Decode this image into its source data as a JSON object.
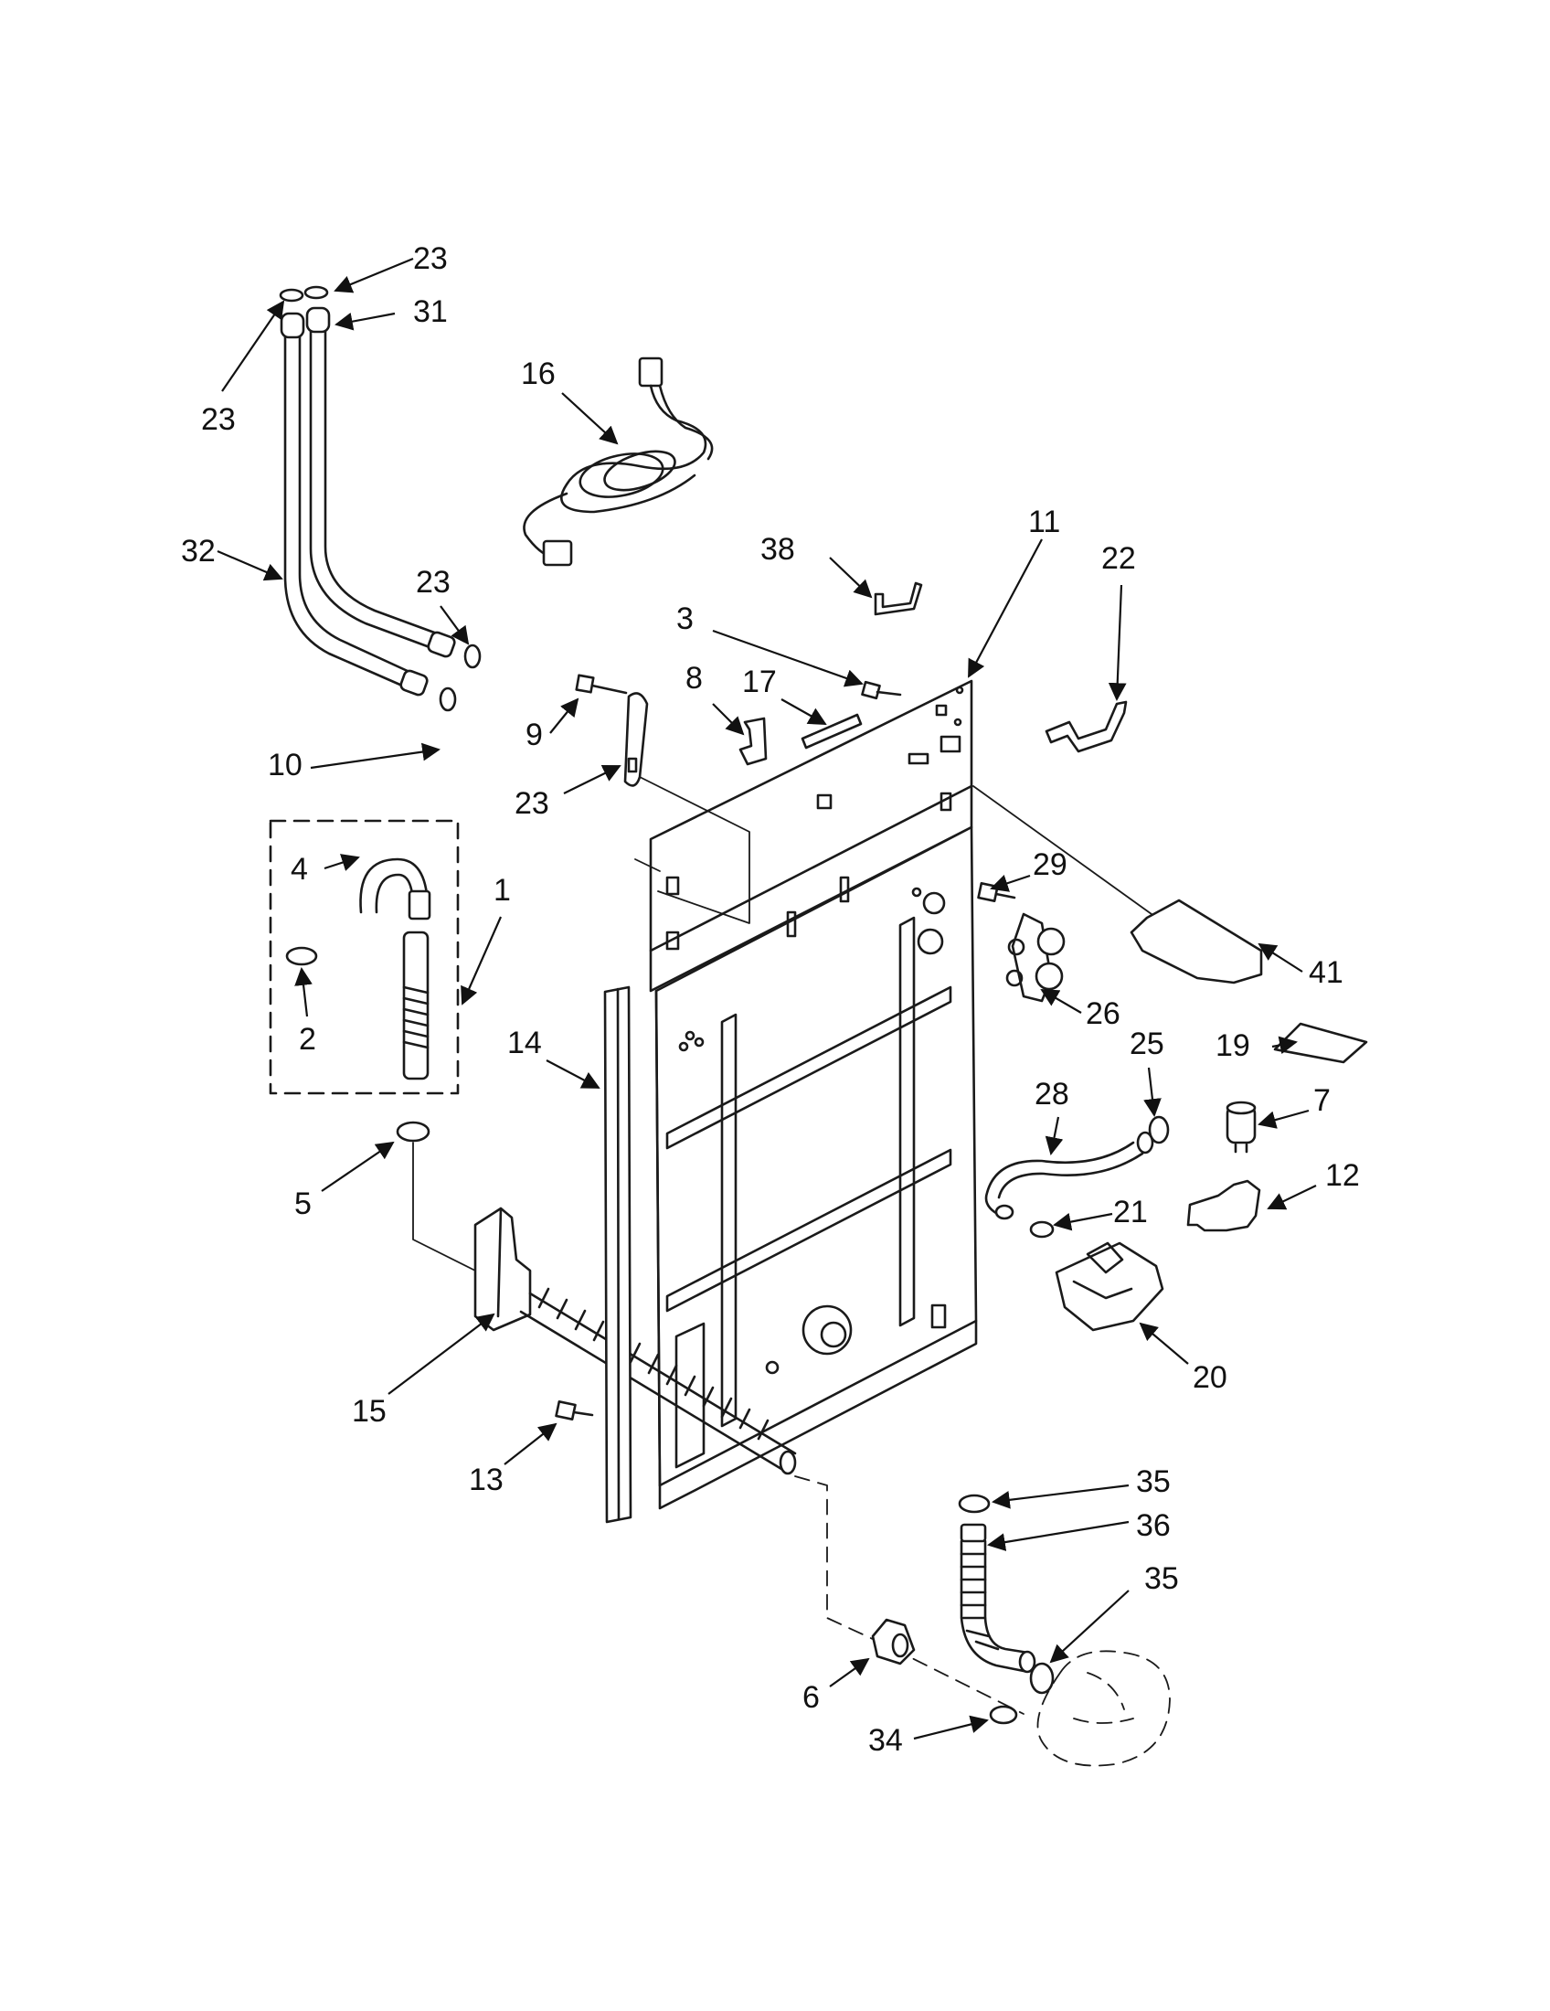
{
  "diagram": {
    "callouts": [
      "23",
      "31",
      "23",
      "16",
      "32",
      "23",
      "38",
      "11",
      "22",
      "3",
      "8",
      "17",
      "9",
      "10",
      "23",
      "4",
      "1",
      "2",
      "29",
      "41",
      "26",
      "19",
      "14",
      "25",
      "28",
      "7",
      "5",
      "12",
      "21",
      "15",
      "20",
      "13",
      "35",
      "36",
      "35",
      "6",
      "34"
    ]
  }
}
